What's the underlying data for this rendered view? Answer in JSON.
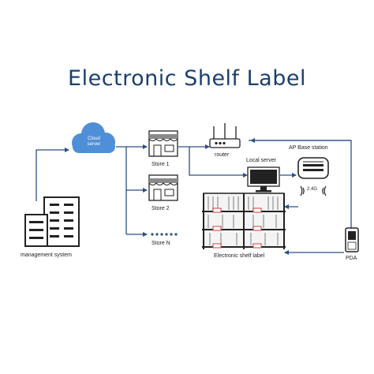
{
  "title": "Electronic Shelf Label",
  "labels": {
    "cloud": "Cloud\nserver",
    "store1": "Store 1",
    "store2": "Store 2",
    "storeN": "Store N",
    "router": "router",
    "local_server": "Local server",
    "ap_base_station": "AP Base station",
    "band": "2.4G",
    "management_system": "management system",
    "electronic_shelf_label": "Electronic shelf label",
    "pda": "PDA"
  },
  "colors": {
    "title": "#1c3f6e",
    "line": "#2c4f86",
    "cloud": "#4f8fd8",
    "icon": "#222222",
    "awning": "#8a8a8a",
    "tag": "#d04040"
  },
  "icons": [
    "cloud-icon",
    "store-icon",
    "router-icon",
    "monitor-icon",
    "access-point-icon",
    "wifi-icon",
    "building-icon",
    "shelf-icon",
    "pda-icon"
  ]
}
